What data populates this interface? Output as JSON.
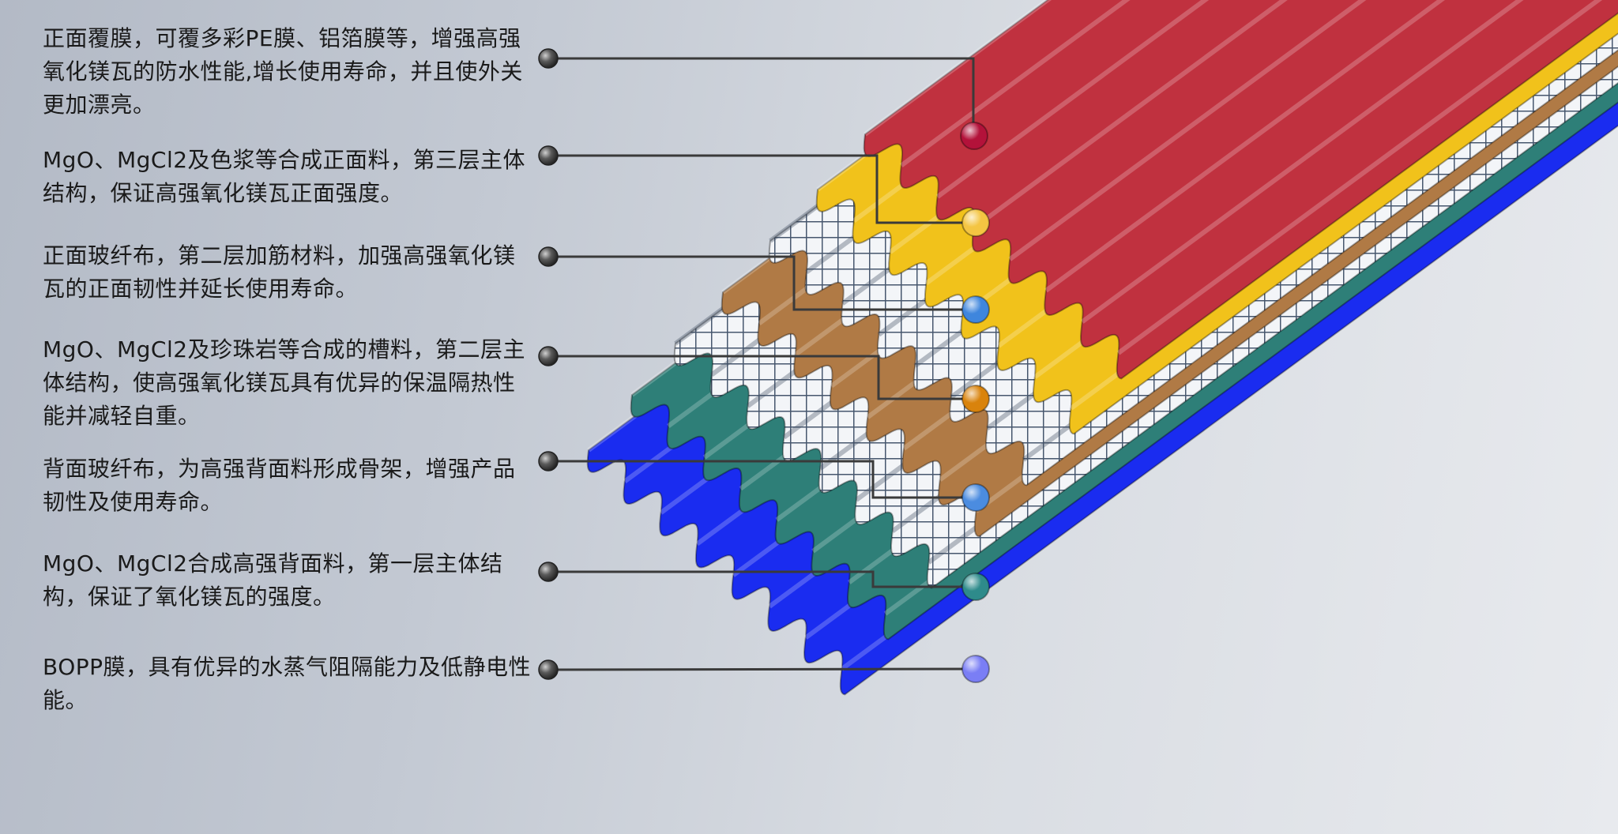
{
  "layers": [
    {
      "name": "red-pe-film-layer",
      "text": "正面覆膜，可覆多彩PE膜、铝箔膜等，增强高强氧化镁瓦的防水性能,增长使用寿命，并且使外关更加漂亮。",
      "color": "#c0313f",
      "dot_color": "#b3123a"
    },
    {
      "name": "yellow-face-material",
      "text": "MgO、MgCl2及色浆等合成正面料，第三层主体结构，保证高强氧化镁瓦正面强度。",
      "color": "#f1c21b",
      "dot_color": "#f4c542"
    },
    {
      "name": "white-face-fiberglass",
      "text": "正面玻纤布，第二层加筋材料，加强高强氧化镁瓦的正面韧性并延长使用寿命。",
      "color": "#f2f4f7",
      "dot_color": "#3f86dd"
    },
    {
      "name": "brown-core-material",
      "text": "MgO、MgCl2及珍珠岩等合成的槽料，第二层主体结构，使高强氧化镁瓦具有优异的保温隔热性能并减轻自重。",
      "color": "#b07a45",
      "dot_color": "#d9830c"
    },
    {
      "name": "white-back-fiberglass",
      "text": "背面玻纤布，为高强背面料形成骨架，增强产品韧性及使用寿命。",
      "color": "#f2f4f7",
      "dot_color": "#4b8ce0"
    },
    {
      "name": "teal-back-material",
      "text": "MgO、MgCl2合成高强背面料，第一层主体结构，保证了氧化镁瓦的强度。",
      "color": "#2e7f78",
      "dot_color": "#2e8b8b"
    },
    {
      "name": "blue-bopp-film",
      "text": "BOPP膜，具有优异的水蒸气阻隔能力及低静电性能。",
      "color": "#1a2cf0",
      "dot_color": "#7a7ef5"
    }
  ]
}
